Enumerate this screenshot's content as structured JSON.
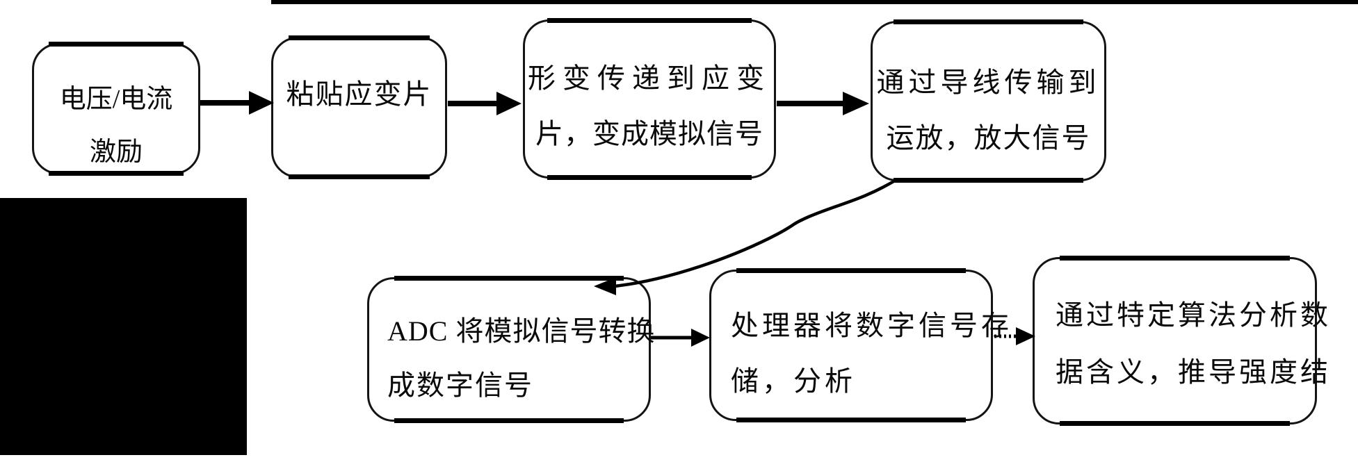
{
  "flow": {
    "colors": {
      "ink": "#000000",
      "background": "#ffffff"
    },
    "boxes": [
      {
        "name": "excitation",
        "lines": [
          "电压/电流",
          "激励"
        ]
      },
      {
        "name": "attach-strain-gauge",
        "lines": [
          "粘贴应变片"
        ]
      },
      {
        "name": "deformation-to-analog",
        "lines": [
          "形变传递到应变",
          "片，变成模拟信号"
        ]
      },
      {
        "name": "wire-to-opamp",
        "lines": [
          "通过导线传输到",
          "运放，放大信号"
        ]
      },
      {
        "name": "adc-conversion",
        "lines": [
          "ADC 将模拟信号转换",
          "成数字信号"
        ]
      },
      {
        "name": "processor-store-analyze",
        "lines": [
          "处理器将数字信号存",
          "储，分析"
        ]
      },
      {
        "name": "algorithm-analysis",
        "lines": [
          "通过特定算法分析数",
          "据含义，推导强度结"
        ]
      }
    ],
    "connectors": [
      {
        "name": "excitation-to-gauge",
        "style": "solid-arrow"
      },
      {
        "name": "gauge-to-deformation",
        "style": "solid-arrow"
      },
      {
        "name": "deformation-to-opamp",
        "style": "solid-arrow"
      },
      {
        "name": "opamp-to-adc",
        "style": "curved-arrow"
      },
      {
        "name": "adc-to-processor",
        "style": "solid-arrow"
      },
      {
        "name": "processor-to-algorithm",
        "style": "dotted-arrow"
      }
    ]
  }
}
